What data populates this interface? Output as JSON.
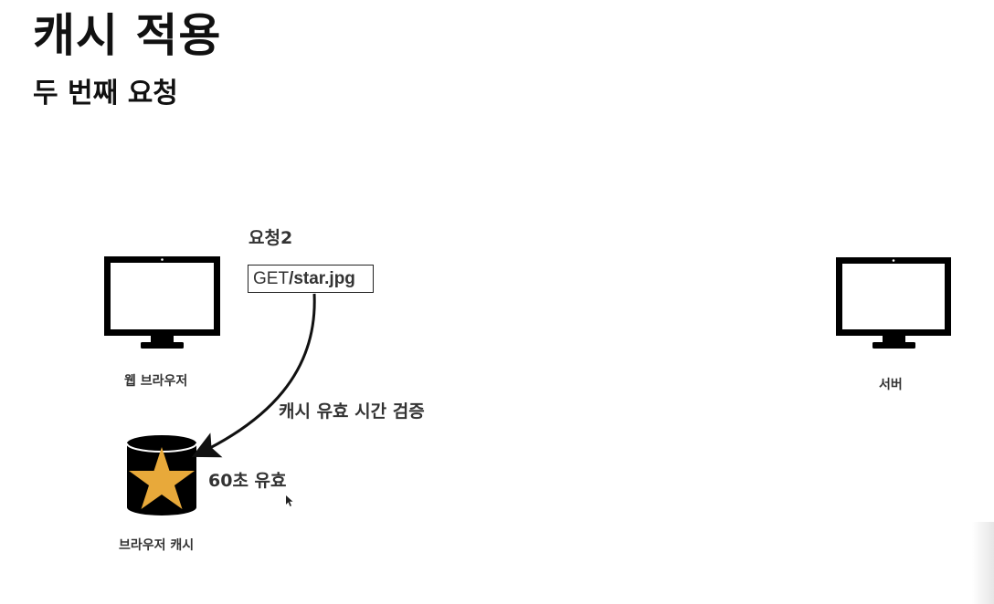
{
  "slide": {
    "title": "캐시 적용",
    "subtitle": "두 번째 요청"
  },
  "diagram": {
    "request_label": "요청2",
    "request_method": "GET ",
    "request_path": "/star.jpg",
    "client_label": "웹 브라우저",
    "server_label": "서버",
    "arrow_label": "캐시 유효 시간 검증",
    "cache_ttl_label": "60초 유효",
    "cache_label": "브라우저 캐시"
  },
  "colors": {
    "icon": "#000000",
    "star": "#E8A93A",
    "text": "#333333"
  }
}
